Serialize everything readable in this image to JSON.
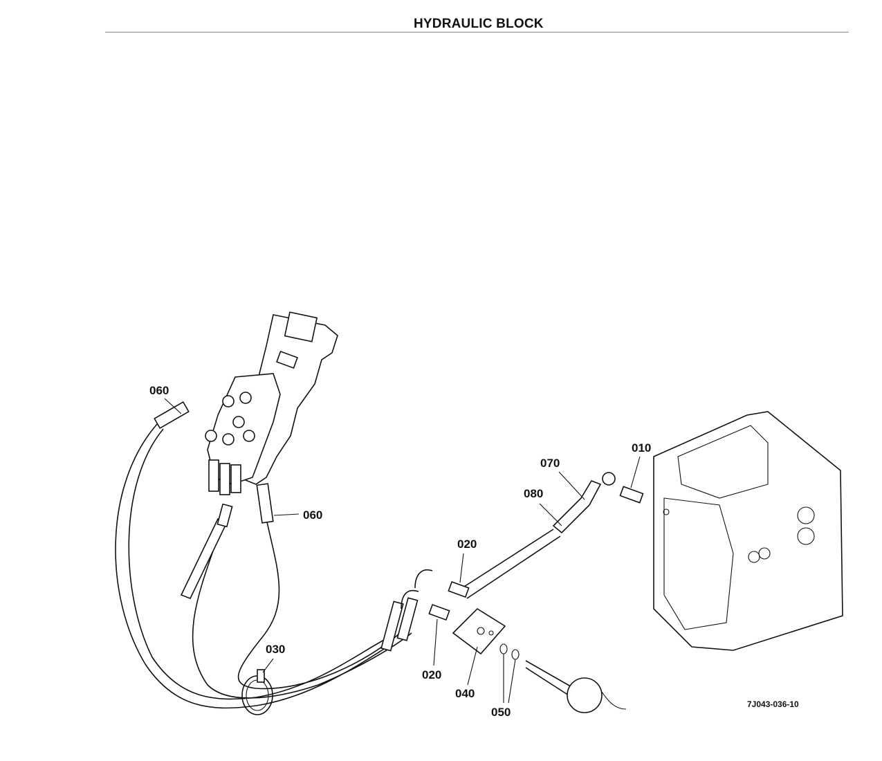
{
  "header": {
    "title": "HYDRAULIC BLOCK"
  },
  "diagram": {
    "callouts": [
      {
        "id": "060-upper",
        "label": "060"
      },
      {
        "id": "060-lower",
        "label": "060"
      },
      {
        "id": "070",
        "label": "070"
      },
      {
        "id": "010",
        "label": "010"
      },
      {
        "id": "080",
        "label": "080"
      },
      {
        "id": "020-upper",
        "label": "020"
      },
      {
        "id": "020-lower",
        "label": "020"
      },
      {
        "id": "030",
        "label": "030"
      },
      {
        "id": "040",
        "label": "040"
      },
      {
        "id": "050",
        "label": "050"
      }
    ],
    "figure_code": "7J043-036-10"
  }
}
